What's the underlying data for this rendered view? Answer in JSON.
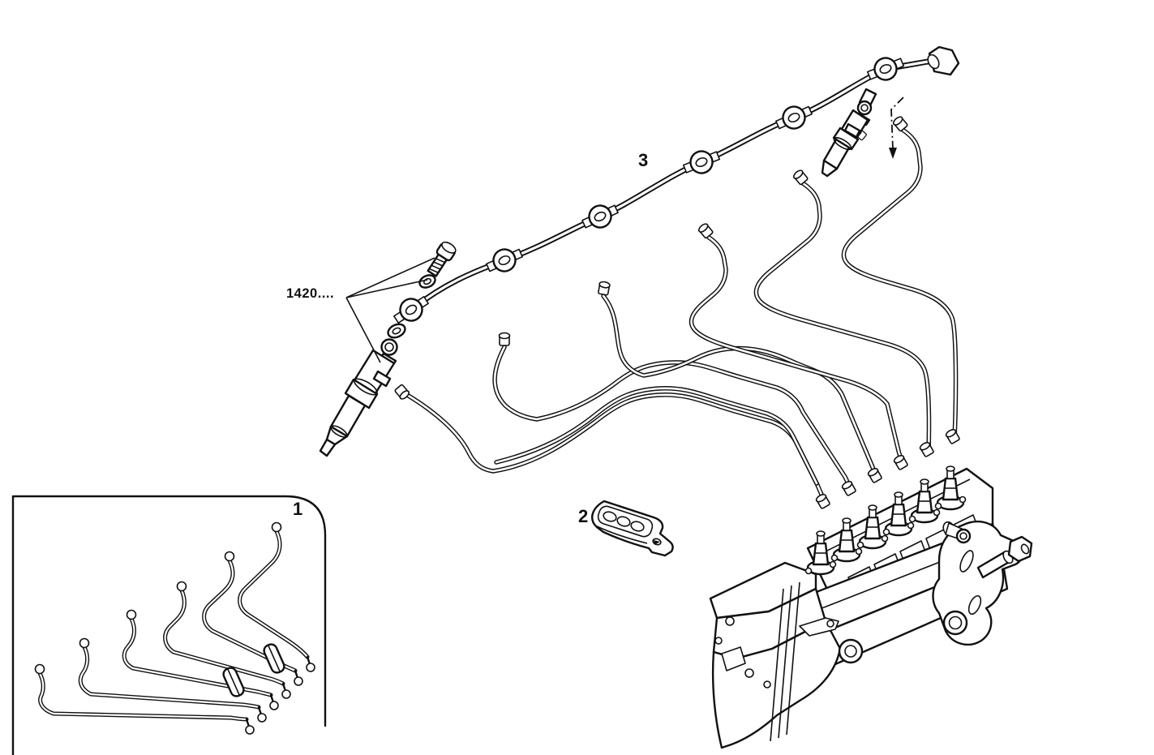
{
  "figure": {
    "background": "#ffffff",
    "ink": "#111111"
  },
  "callouts": {
    "hardware": "1420....",
    "leak_off": "3",
    "clamp": "2",
    "pipe_set": "1"
  }
}
